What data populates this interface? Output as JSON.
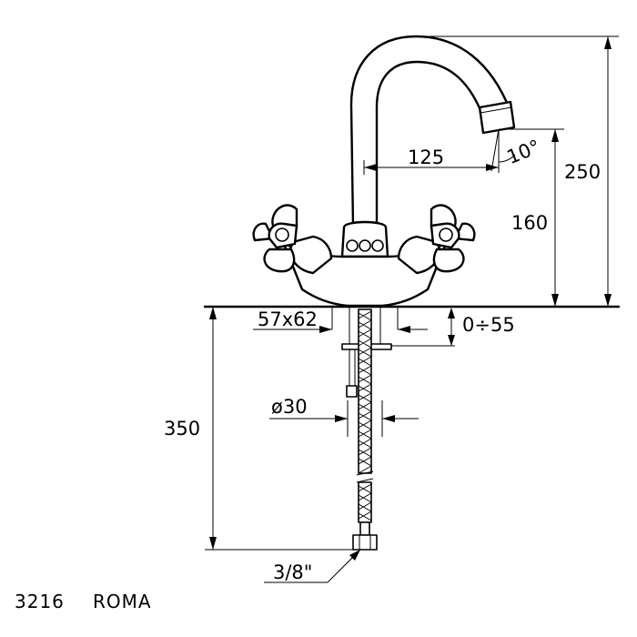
{
  "product": {
    "code": "3216",
    "name": "ROMA"
  },
  "dimensions": {
    "spout_reach": "125",
    "spout_angle": "10°",
    "total_height": "250",
    "spout_height": "160",
    "hole_size": "57x62",
    "deck_thickness": "0÷55",
    "shank_diameter": "ø30",
    "hose_length": "350",
    "connection": "3/8\""
  }
}
